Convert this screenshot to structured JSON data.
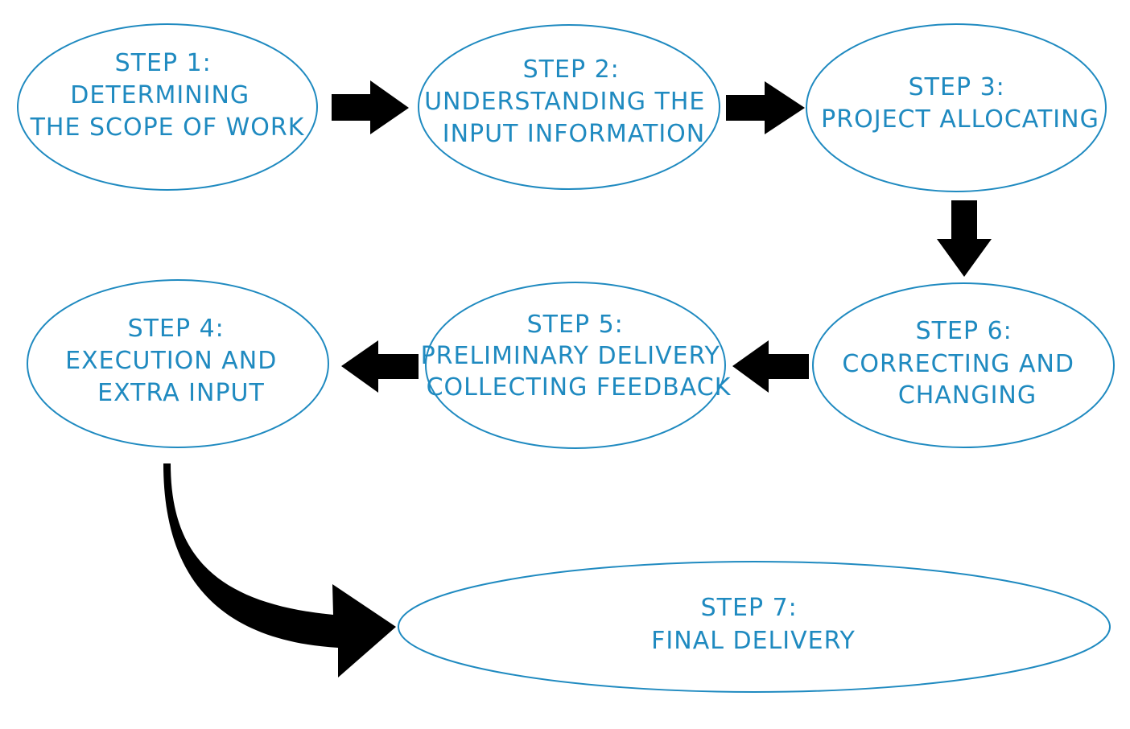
{
  "steps": [
    {
      "id": "step-1",
      "lines": [
        "STEP 1:",
        "DETERMINING",
        "THE SCOPE OF WORK"
      ]
    },
    {
      "id": "step-2",
      "lines": [
        "STEP 2:",
        "UNDERSTANDING THE",
        "INPUT INFORMATION"
      ]
    },
    {
      "id": "step-3",
      "lines": [
        "STEP 3:",
        "PROJECT ALLOCATING"
      ]
    },
    {
      "id": "step-4",
      "lines": [
        "STEP 4:",
        "EXECUTION AND",
        "EXTRA INPUT"
      ]
    },
    {
      "id": "step-5",
      "lines": [
        "STEP 5:",
        "PRELIMINARY DELIVERY",
        "COLLECTING FEEDBACK"
      ]
    },
    {
      "id": "step-6",
      "lines": [
        "STEP 6:",
        "CORRECTING AND",
        "CHANGING"
      ]
    },
    {
      "id": "step-7",
      "lines": [
        "STEP 7:",
        "FINAL DELIVERY"
      ]
    }
  ],
  "edges": [
    {
      "from": "step-1",
      "to": "step-2"
    },
    {
      "from": "step-2",
      "to": "step-3"
    },
    {
      "from": "step-3",
      "to": "step-6"
    },
    {
      "from": "step-6",
      "to": "step-5"
    },
    {
      "from": "step-5",
      "to": "step-4"
    },
    {
      "from": "step-4",
      "to": "step-7"
    }
  ],
  "colors": {
    "node_outline": "#1f8ac0",
    "node_text": "#1f8ac0",
    "arrow": "#000000",
    "background": "#ffffff"
  }
}
